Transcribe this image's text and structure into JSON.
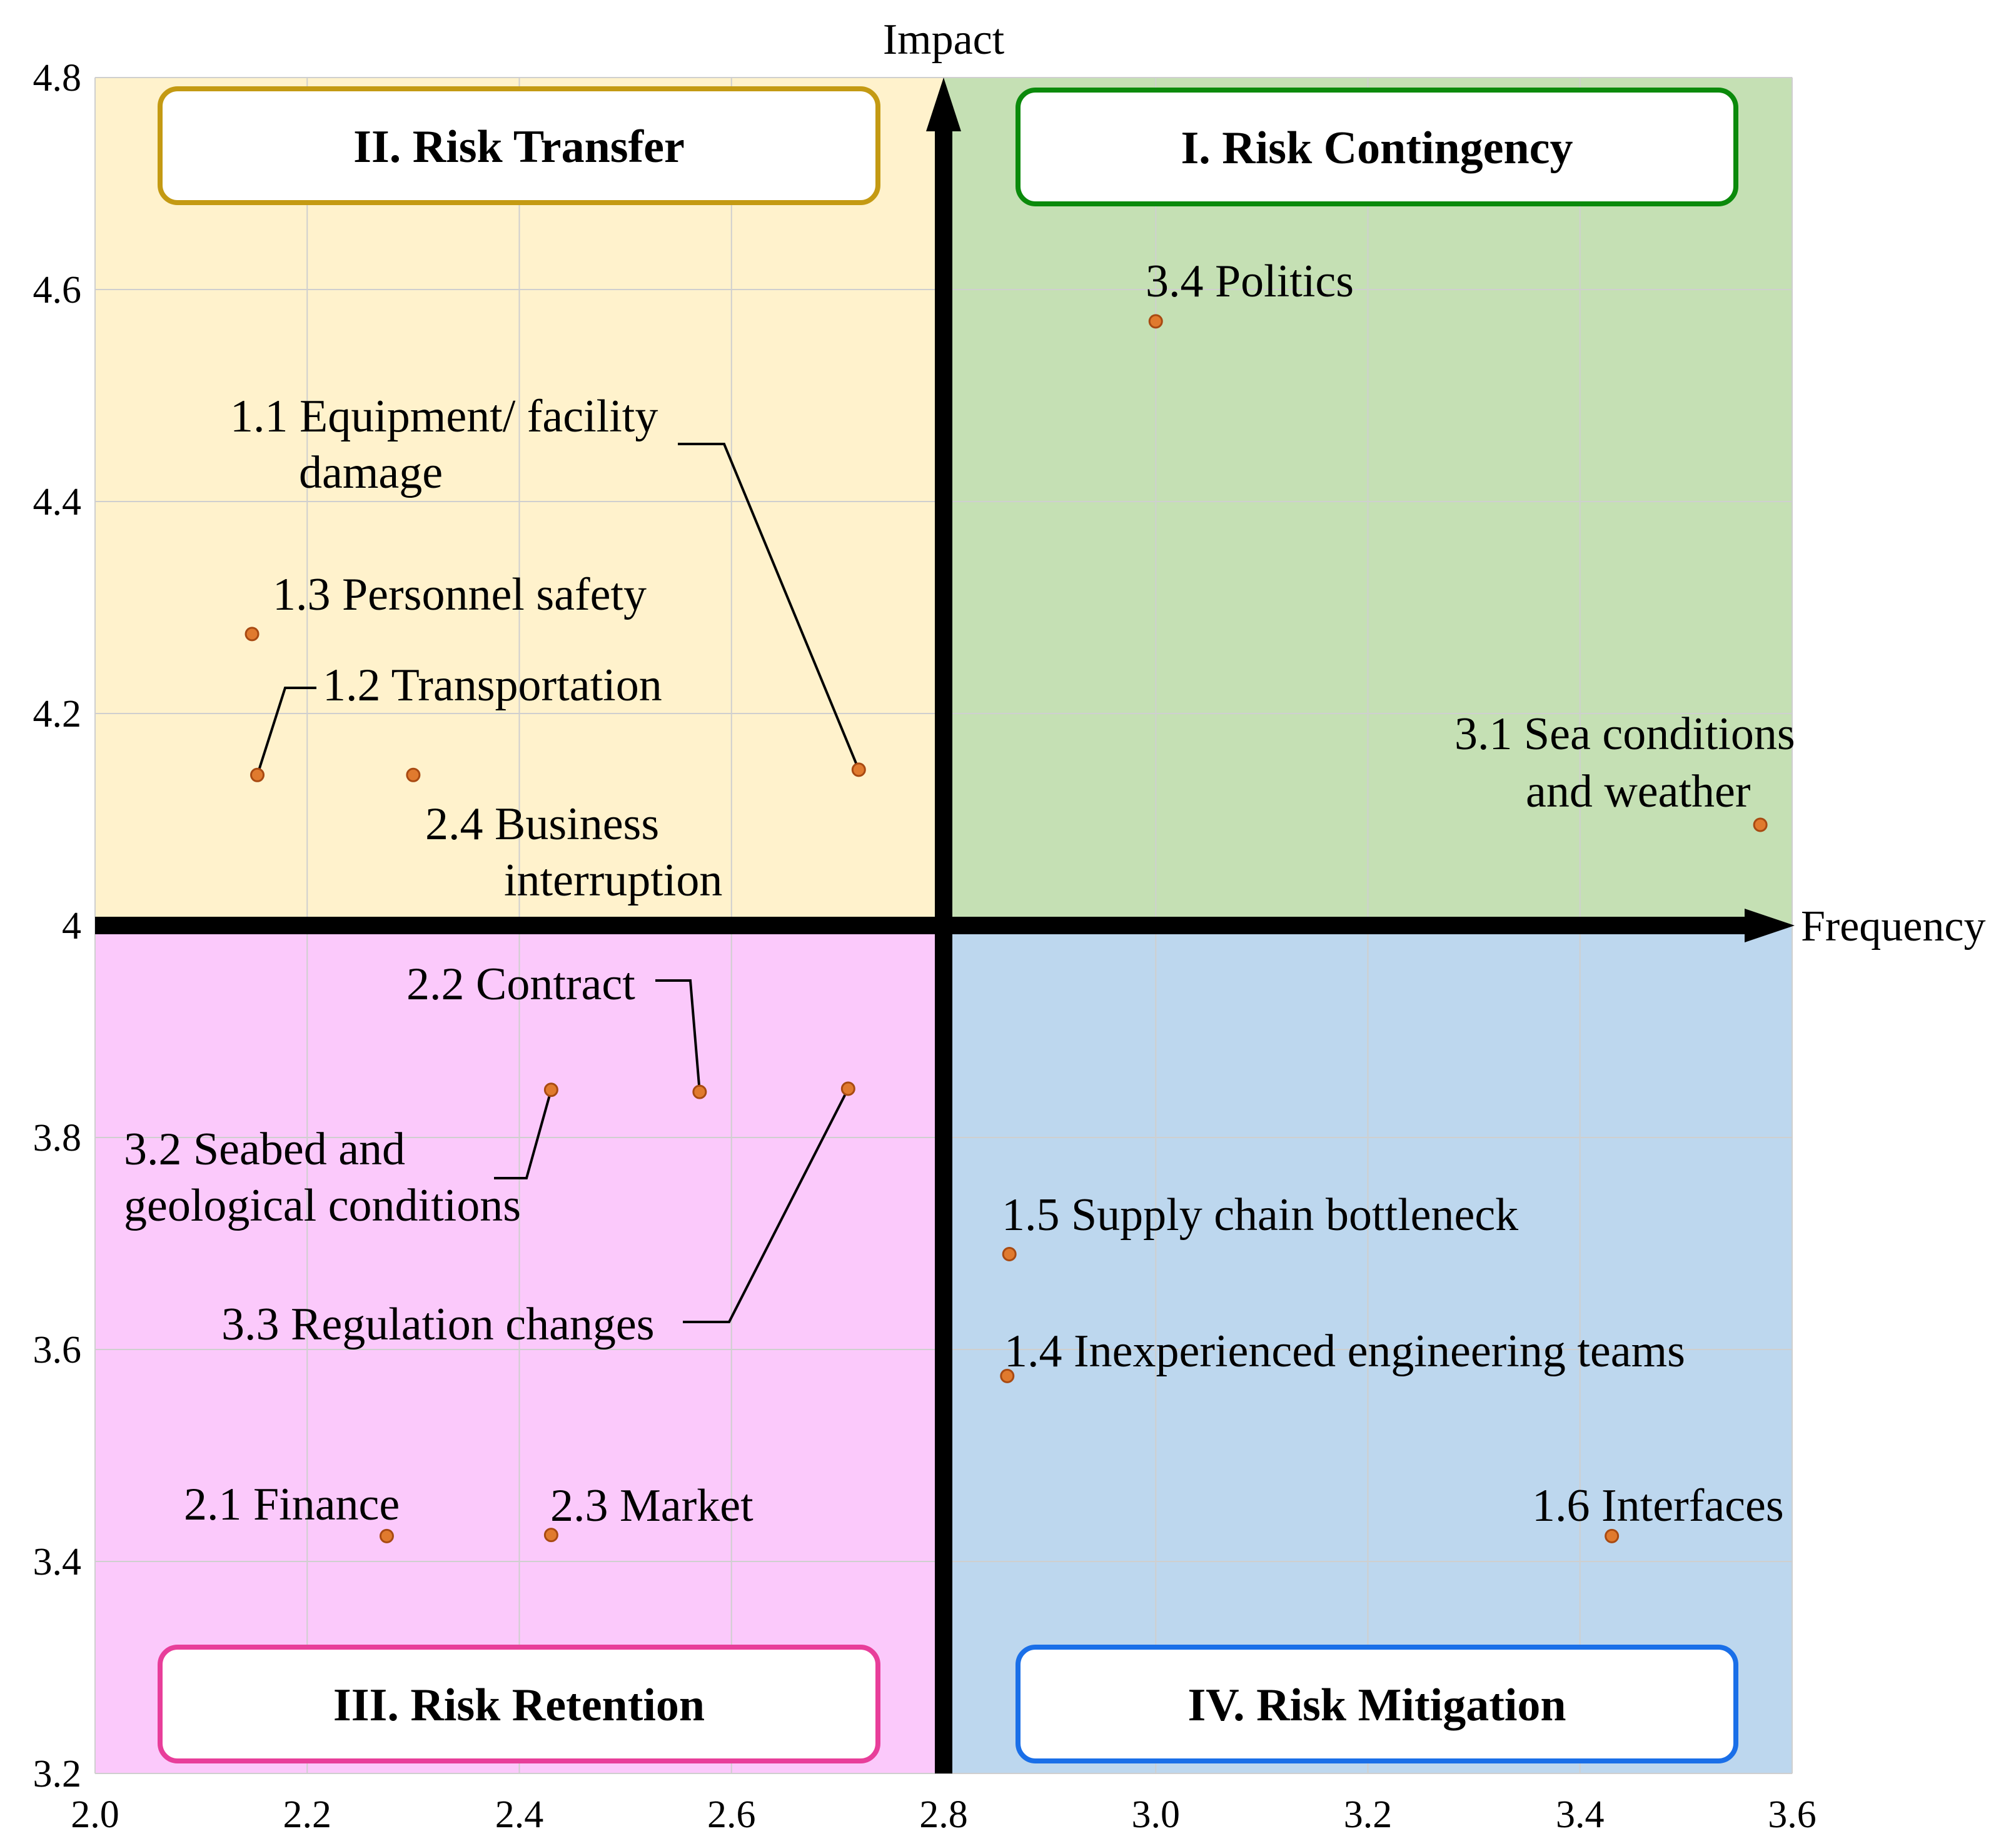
{
  "chart_data": {
    "type": "scatter",
    "title": "",
    "xlabel": "Frequency",
    "ylabel": "Impact",
    "xlim": [
      2.0,
      3.6
    ],
    "ylim": [
      3.2,
      4.8
    ],
    "x_ticks": [
      "2.0",
      "2.2",
      "2.4",
      "2.6",
      "2.8",
      "3.0",
      "3.2",
      "3.4",
      "3.6"
    ],
    "y_ticks": [
      "3.2",
      "3.4",
      "3.6",
      "3.8",
      "4",
      "4.2",
      "4.4",
      "4.6",
      "4.8"
    ],
    "grid": true,
    "divider": {
      "x": 2.8,
      "y": 4.0
    },
    "quadrants": [
      {
        "id": "I",
        "label": "I. Risk Contingency",
        "fill": "#c5e0b4",
        "border": "#0b8a0b"
      },
      {
        "id": "II",
        "label": "II. Risk Transfer",
        "fill": "#fff2cc",
        "border": "#c49a13"
      },
      {
        "id": "III",
        "label": "III. Risk Retention",
        "fill": "#fbc9fb",
        "border": "#e83e9a"
      },
      {
        "id": "IV",
        "label": "IV. Risk Mitigation",
        "fill": "#bdd7ee",
        "border": "#1a6fe8"
      }
    ],
    "marker_color": "#e07a2e",
    "points": [
      {
        "label": [
          "1.1 Equipment/ facility",
          "damage"
        ],
        "x": 2.72,
        "y": 4.147
      },
      {
        "label": [
          "1.2 Transportation"
        ],
        "x": 2.153,
        "y": 4.142
      },
      {
        "label": [
          "1.3 Personnel safety"
        ],
        "x": 2.148,
        "y": 4.275
      },
      {
        "label": [
          "1.4 Inexperienced engineering teams"
        ],
        "x": 2.86,
        "y": 3.575
      },
      {
        "label": [
          "1.5 Supply chain bottleneck"
        ],
        "x": 2.862,
        "y": 3.69
      },
      {
        "label": [
          "1.6 Interfaces"
        ],
        "x": 3.43,
        "y": 3.424
      },
      {
        "label": [
          "2.1 Finance"
        ],
        "x": 2.275,
        "y": 3.424
      },
      {
        "label": [
          "2.2 Contract"
        ],
        "x": 2.57,
        "y": 3.843
      },
      {
        "label": [
          "2.3 Market"
        ],
        "x": 2.43,
        "y": 3.425
      },
      {
        "label": [
          "2.4 Business",
          "interruption"
        ],
        "x": 2.3,
        "y": 4.142
      },
      {
        "label": [
          "3.1 Sea conditions",
          "and weather"
        ],
        "x": 3.57,
        "y": 4.095
      },
      {
        "label": [
          "3.2 Seabed and",
          "geological conditions"
        ],
        "x": 2.43,
        "y": 3.845
      },
      {
        "label": [
          "3.3 Regulation changes"
        ],
        "x": 2.71,
        "y": 3.846
      },
      {
        "label": [
          "3.4 Politics"
        ],
        "x": 3.0,
        "y": 4.57
      }
    ]
  }
}
